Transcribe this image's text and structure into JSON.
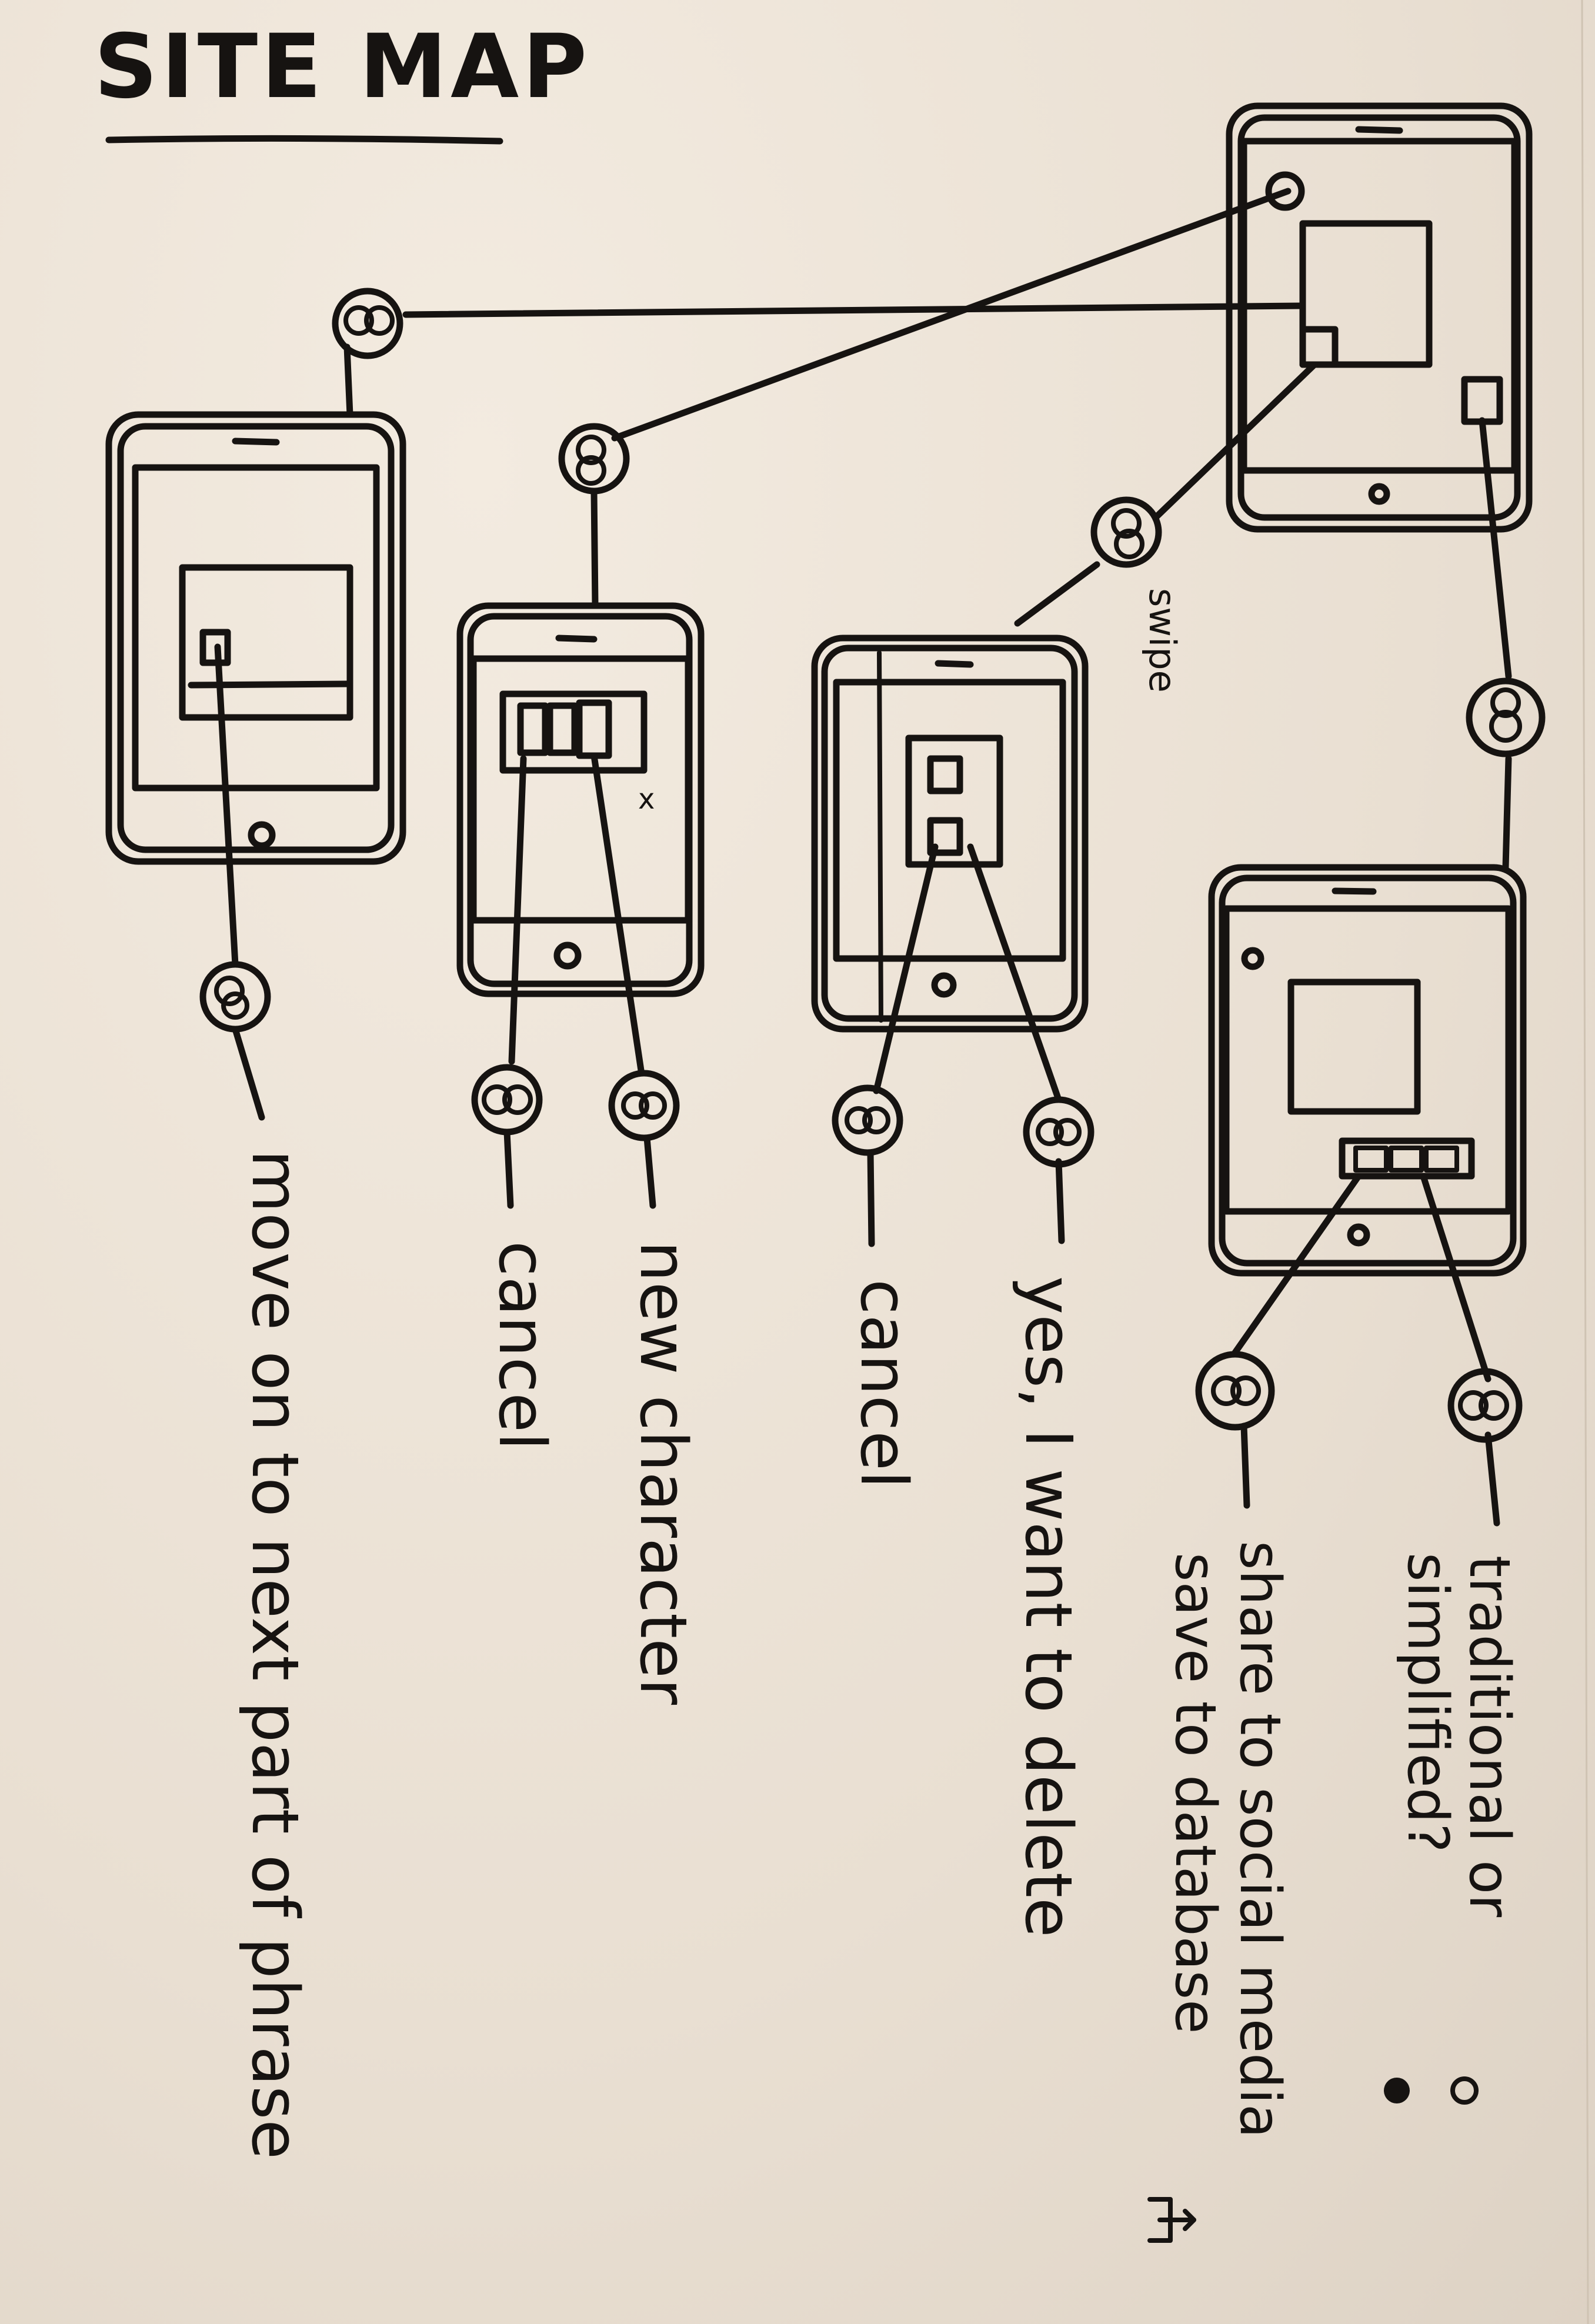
{
  "title": "SITE MAP",
  "swipe_note": "swipe",
  "labels": {
    "move_on": "move on to next part of phrase",
    "cancel_left": "cancel",
    "new_character": "new character",
    "cancel_right": "cancel",
    "yes_delete": "yes, I want to delete",
    "share_line1": "share to social media",
    "share_line2": "save to database",
    "traditional_line1": "traditional or",
    "traditional_line2": "simplified?"
  },
  "x_mark": "x"
}
